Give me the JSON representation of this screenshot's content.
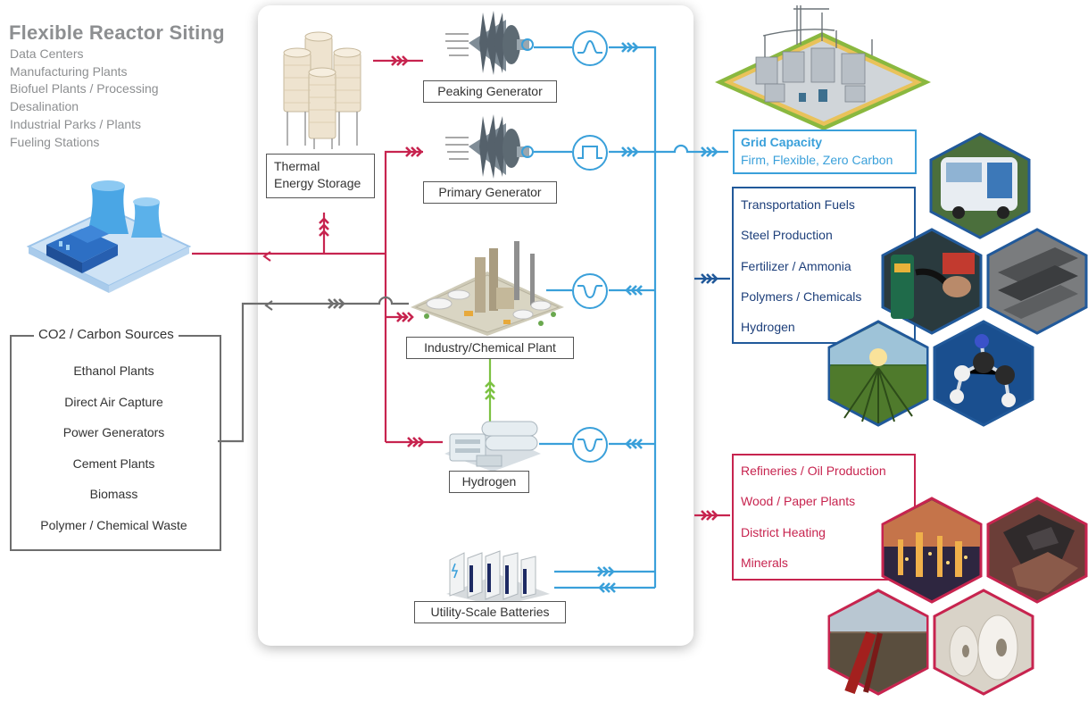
{
  "siting": {
    "title": "Flexible Reactor Siting",
    "items": [
      "Data Centers",
      "Manufacturing Plants",
      "Biofuel Plants / Processing",
      "Desalination",
      "Industrial Parks / Plants",
      "Fueling Stations"
    ]
  },
  "components": {
    "thermal_storage": [
      "Thermal",
      "Energy Storage"
    ],
    "peaking_generator": "Peaking Generator",
    "primary_generator": "Primary Generator",
    "industry_plant": "Industry/Chemical Plant",
    "hydrogen": "Hydrogen",
    "batteries": "Utility-Scale Batteries"
  },
  "co2": {
    "title": "CO2 / Carbon Sources",
    "items": [
      "Ethanol Plants",
      "Direct Air Capture",
      "Power Generators",
      "Cement Plants",
      "Biomass",
      "Polymer / Chemical Waste"
    ]
  },
  "grid": {
    "title": "Grid Capacity",
    "subtitle": "Firm, Flexible, Zero Carbon"
  },
  "products": [
    "Transportation Fuels",
    "Steel Production",
    "Fertilizer / Ammonia",
    "Polymers / Chemicals",
    "Hydrogen"
  ],
  "heat_uses": [
    "Refineries / Oil Production",
    "Wood / Paper Plants",
    "District Heating",
    "Minerals"
  ],
  "colors": {
    "heat": "#c7244f",
    "power": "#3aa0da",
    "carbon": "#6e6e6e",
    "hydrogen": "#7cc242",
    "products": "#21599a"
  },
  "icons": [
    "reactor-icon",
    "thermal-storage-tanks-icon",
    "turbine-icon",
    "industrial-plant-icon",
    "hydrogen-tanks-icon",
    "battery-icon",
    "substation-icon",
    "peak-waveform-icon",
    "square-waveform-icon",
    "dip-waveform-icon",
    "bus-photo",
    "fuel-pump-photo",
    "steel-beams-photo",
    "crop-field-photo",
    "molecule-photo",
    "refinery-photo",
    "minerals-photo",
    "pipeline-photo",
    "paper-rolls-photo"
  ]
}
